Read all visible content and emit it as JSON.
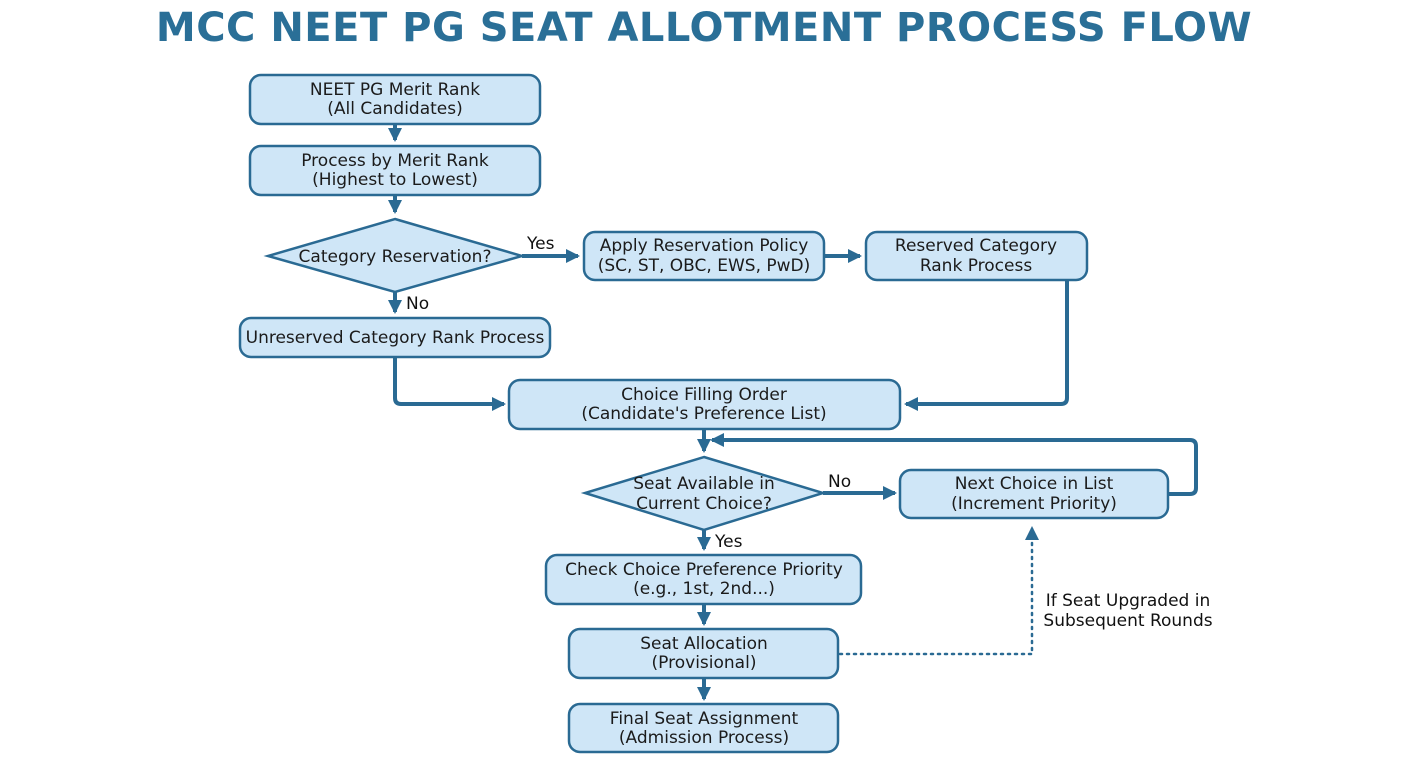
{
  "title": "MCC NEET PG SEAT ALLOTMENT PROCESS FLOW",
  "nodes": {
    "merit_rank": {
      "line1": "NEET PG Merit Rank",
      "line2": "(All Candidates)"
    },
    "process_by_rank": {
      "line1": "Process by Merit Rank",
      "line2": "(Highest to Lowest)"
    },
    "category_decision": {
      "line1": "Category Reservation?"
    },
    "apply_reservation": {
      "line1": "Apply Reservation Policy",
      "line2": "(SC, ST, OBC, EWS, PwD)"
    },
    "reserved_rank": {
      "line1": "Reserved Category",
      "line2": "Rank Process"
    },
    "unreserved_rank": {
      "line1": "Unreserved Category Rank Process"
    },
    "choice_filling": {
      "line1": "Choice Filling Order",
      "line2": "(Candidate's Preference List)"
    },
    "seat_decision": {
      "line1": "Seat Available in",
      "line2": "Current Choice?"
    },
    "next_choice": {
      "line1": "Next Choice in List",
      "line2": "(Increment Priority)"
    },
    "check_priority": {
      "line1": "Check Choice Preference Priority",
      "line2": "(e.g., 1st, 2nd...)"
    },
    "seat_allocation": {
      "line1": "Seat Allocation",
      "line2": "(Provisional)"
    },
    "final_assignment": {
      "line1": "Final Seat Assignment",
      "line2": "(Admission Process)"
    }
  },
  "edge_labels": {
    "category_yes": "Yes",
    "category_no": "No",
    "seat_no": "No",
    "seat_yes": "Yes",
    "upgrade_line1": "If Seat Upgraded in",
    "upgrade_line2": "Subsequent Rounds"
  },
  "colors": {
    "title": "#2a6f97",
    "node_fill": "#cfe6f7",
    "node_stroke": "#2a6a93",
    "edge": "#2a6a93"
  }
}
